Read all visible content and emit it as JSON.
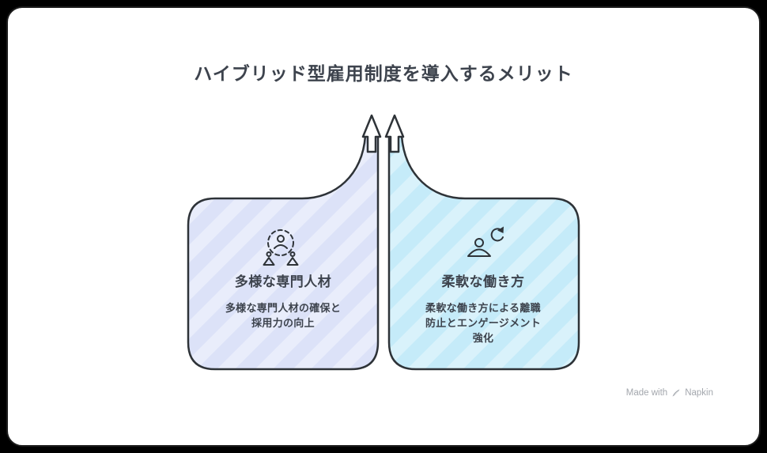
{
  "title": "ハイブリッド型雇用制度を導入するメリット",
  "nodes": {
    "left": {
      "title": "多様な専門人材",
      "description": "多様な専門人材の確保と\n採用力の向上",
      "fill": "#dce2f8",
      "stripe": "#e9edfb",
      "icon": "team-people-icon"
    },
    "right": {
      "title": "柔軟な働き方",
      "description": "柔軟な働き方による離職\n防止とエンゲージメント\n強化",
      "fill": "#c5ebf9",
      "stripe": "#d9f2fb",
      "icon": "person-refresh-icon"
    }
  },
  "footer": {
    "made_with": "Made with",
    "brand": "Napkin"
  },
  "colors": {
    "outline": "#2e3338",
    "text": "#3d434d",
    "footer_text": "#a3a7ad"
  }
}
